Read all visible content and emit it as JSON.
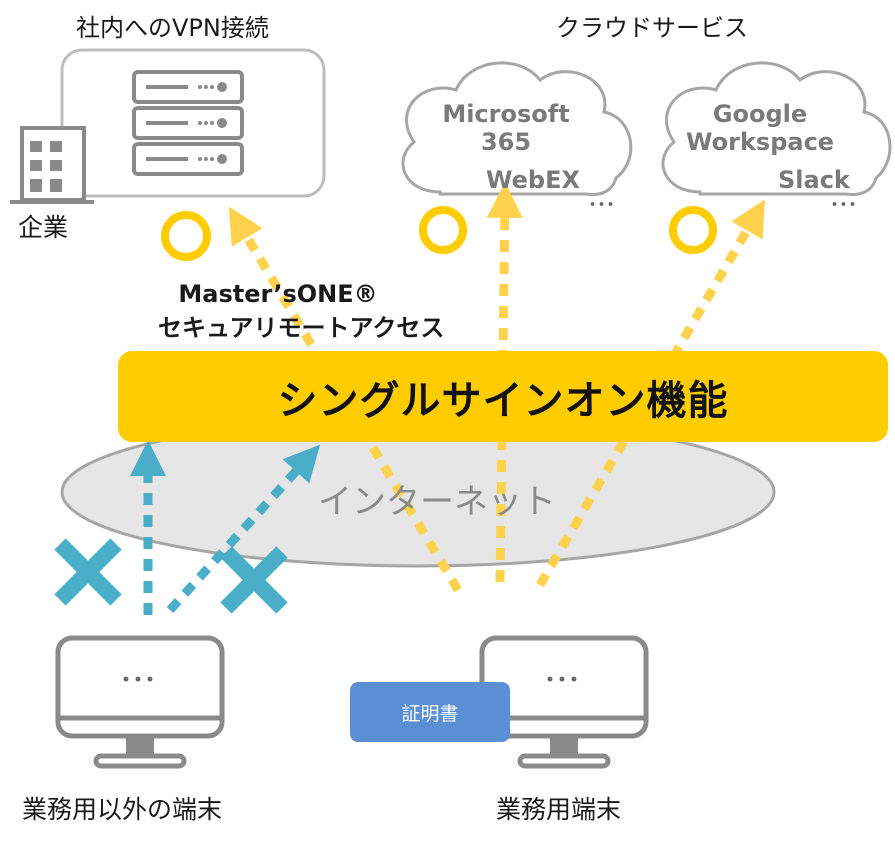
{
  "titles": {
    "vpn": "社内へのVPN接続",
    "cloud": "クラウドサービス"
  },
  "company_label": "企業",
  "product": {
    "line1": "Master’sONE®",
    "line2": "セキュアリモートアクセス"
  },
  "sso_label": "シングルサインオン機能",
  "internet_label": "インターネット",
  "clouds": {
    "cloud1": {
      "name1": "Microsoft",
      "name2": "365",
      "sub": "WebEX",
      "more": "･･･"
    },
    "cloud2": {
      "name1": "Google",
      "name2": "Workspace",
      "sub": "Slack",
      "more": "･･･"
    }
  },
  "devices": {
    "non_business": {
      "label": "業務用以外の端末",
      "screen": "･･･"
    },
    "business": {
      "label": "業務用端末",
      "screen": "･･･"
    }
  },
  "certificate_label": "証明書",
  "colors": {
    "yellow": "#ffcc00",
    "arrow_yellow": "#ffd24d",
    "teal": "#4aaec8",
    "gray": "#8a8a8a",
    "cert_blue": "#5a8fd6"
  }
}
